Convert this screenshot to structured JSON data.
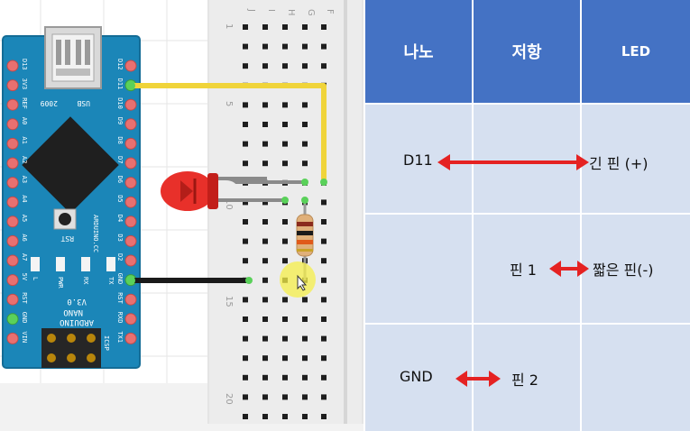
{
  "table": {
    "headers": [
      "나노",
      "저항",
      "LED"
    ],
    "rows": [
      {
        "texts": [
          "D11",
          "긴 핀 (+)"
        ]
      },
      {
        "texts": [
          "핀 1",
          "짧은 핀(-)"
        ]
      },
      {
        "texts": [
          "GND",
          "핀 2"
        ]
      }
    ]
  },
  "board": {
    "pin_labels_left": [
      "D13",
      "3V3",
      "REF",
      "A0",
      "A1",
      "A2",
      "A3",
      "A4",
      "A5",
      "A6",
      "A7",
      "5V",
      "RST",
      "GND",
      "VIN"
    ],
    "pin_labels_right": [
      "D12",
      "D11",
      "D10",
      "D9",
      "D8",
      "D7",
      "D6",
      "D5",
      "D4",
      "D3",
      "D2",
      "GND",
      "RST",
      "RXD",
      "TX1"
    ],
    "usb_label": "USB",
    "year_label": "2009",
    "rst_label": "RST",
    "site_label": "ARDUINO.CC",
    "led_labels": [
      "L",
      "PWR",
      "RX",
      "TX"
    ],
    "version_label": "V3.0",
    "name_lines": [
      "ARDUINO",
      "NANO"
    ],
    "icsp_label": "ICSP"
  },
  "breadboard": {
    "column_letters": [
      "J",
      "I",
      "H",
      "G",
      "F"
    ],
    "row_numbers": [
      "1",
      "5",
      "10",
      "15",
      "20"
    ]
  },
  "colors": {
    "header_blue": "#4472c4",
    "cell_blue": "#d6e0f0",
    "arrow_red": "#e52222",
    "board_teal": "#1b86b8",
    "wire_yellow": "#f0d43a",
    "led_red": "#e8302a"
  }
}
